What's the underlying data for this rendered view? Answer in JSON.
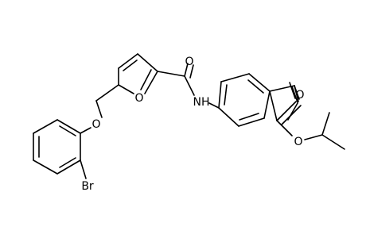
{
  "atom_labels": {
    "carbonyl_oxygen_amide": "O",
    "amide_nitrogen": "NH",
    "furan_oxygen": "O",
    "ether_oxygen": "O",
    "bromine": "Br",
    "ester_carbonyl_oxygen": "O",
    "ester_oxygen": "O"
  }
}
